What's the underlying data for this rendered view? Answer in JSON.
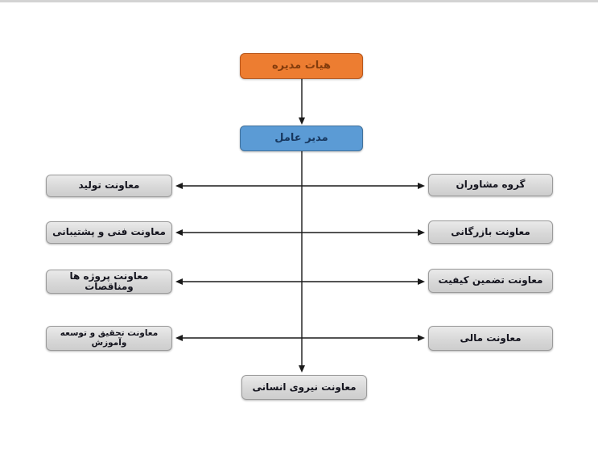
{
  "diagram": {
    "type": "org-chart",
    "direction": "rtl",
    "colors": {
      "root_fill": "#ED7D31",
      "root_border": "#B9561A",
      "root_text": "#843C0C",
      "ceo_fill": "#5B9BD5",
      "ceo_border": "#41719C",
      "ceo_text": "#17375E",
      "gray_fill": "#D8D8D8",
      "gray_border": "#9B9B9B",
      "gray_text": "#14141E",
      "connector": "#1A1A1A",
      "top_strip": "#D3D3D3",
      "background": "#FFFFFF"
    },
    "root": {
      "label": "هيات مديره"
    },
    "ceo": {
      "label": "مدير عامل"
    },
    "left_nodes": [
      {
        "label": "معاونت توليد"
      },
      {
        "label": "معاونت فنی و پشتيبانی"
      },
      {
        "label": "معاونت پروژه ها ومناقصات"
      },
      {
        "label": "معاونت تحقيق و توسعه وآموزش"
      }
    ],
    "right_nodes": [
      {
        "label": "گروه مشاوران"
      },
      {
        "label": "معاونت بازرگانی"
      },
      {
        "label": "معاونت تضمين کيفيت"
      },
      {
        "label": "معاونت مالی"
      }
    ],
    "bottom_node": {
      "label": "معاونت نيروی انسانی"
    },
    "connections": [
      {
        "from": "هيات مديره",
        "to": "مدير عامل",
        "style": "arrow-down"
      },
      {
        "from": "مدير عامل",
        "to": "معاونت نيروی انسانی",
        "style": "arrow-down"
      },
      {
        "from": "معاونت توليد",
        "to": "گروه مشاوران",
        "style": "double-arrow"
      },
      {
        "from": "معاونت فنی و پشتيبانی",
        "to": "معاونت بازرگانی",
        "style": "double-arrow"
      },
      {
        "from": "معاونت پروژه ها ومناقصات",
        "to": "معاونت تضمين کيفيت",
        "style": "double-arrow"
      },
      {
        "from": "معاونت تحقيق و توسعه وآموزش",
        "to": "معاونت مالی",
        "style": "double-arrow"
      }
    ]
  }
}
